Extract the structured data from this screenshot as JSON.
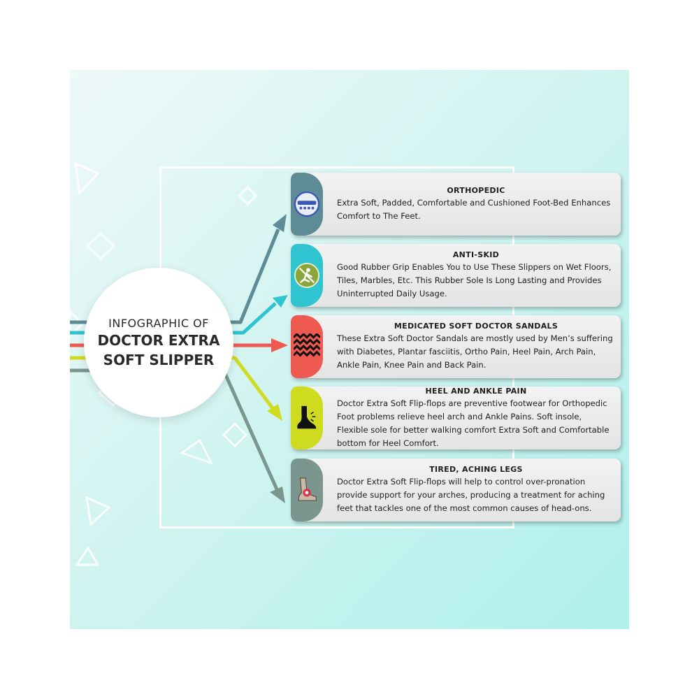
{
  "center": {
    "line1": "INFOGRAPHIC OF",
    "line2": "DOCTOR EXTRA",
    "line3": "SOFT SLIPPER"
  },
  "colors": {
    "background_light": "#eef9f8",
    "background_aqua": "#aef0eb",
    "orthopedic": "#5e8c96",
    "anti_skid": "#2fc4cf",
    "medicated": "#ef5a50",
    "heel_ankle": "#cfdb1e",
    "tired_legs": "#7a968f"
  },
  "cards": [
    {
      "title": "ORTHOPEDIC",
      "description": "Extra Soft, Padded, Comfortable and Cushioned Foot-Bed Enhances Comfort to The Feet.",
      "icon": "orthopedic-footbed-icon",
      "color": "#5e8c96"
    },
    {
      "title": "ANTI-SKID",
      "description": "Good Rubber Grip Enables You to Use These Slippers on Wet Floors, Tiles, Marbles, Etc. This Rubber Sole Is Long Lasting and Provides Uninterrupted Daily Usage.",
      "icon": "no-slip-icon",
      "color": "#2fc4cf"
    },
    {
      "title": "MEDICATED SOFT DOCTOR SANDALS",
      "description": "These Extra Soft Doctor Sandals are mostly used by Men’s suffering with Diabetes, Plantar fasciitis, Ortho Pain, Heel Pain, Arch Pain, Ankle Pain, Knee Pain and Back Pain.",
      "icon": "zigzag-sole-icon",
      "color": "#ef5a50"
    },
    {
      "title": "HEEL AND ANKLE PAIN",
      "description": "Doctor Extra Soft Flip-flops are preventive footwear for Orthopedic Foot problems relieve heel arch and Ankle Pains. Soft insole, Flexible sole for better walking comfort Extra Soft and Comfortable bottom for Heel Comfort.",
      "icon": "heel-pain-icon",
      "color": "#cfdb1e"
    },
    {
      "title": "TIRED, ACHING LEGS",
      "description": "Doctor Extra Soft Flip-flops will help to control over-pronation provide support for your arches, producing a treatment for aching feet that tackles one of the most common causes of head-ons.",
      "icon": "aching-leg-icon",
      "color": "#7a968f"
    }
  ]
}
